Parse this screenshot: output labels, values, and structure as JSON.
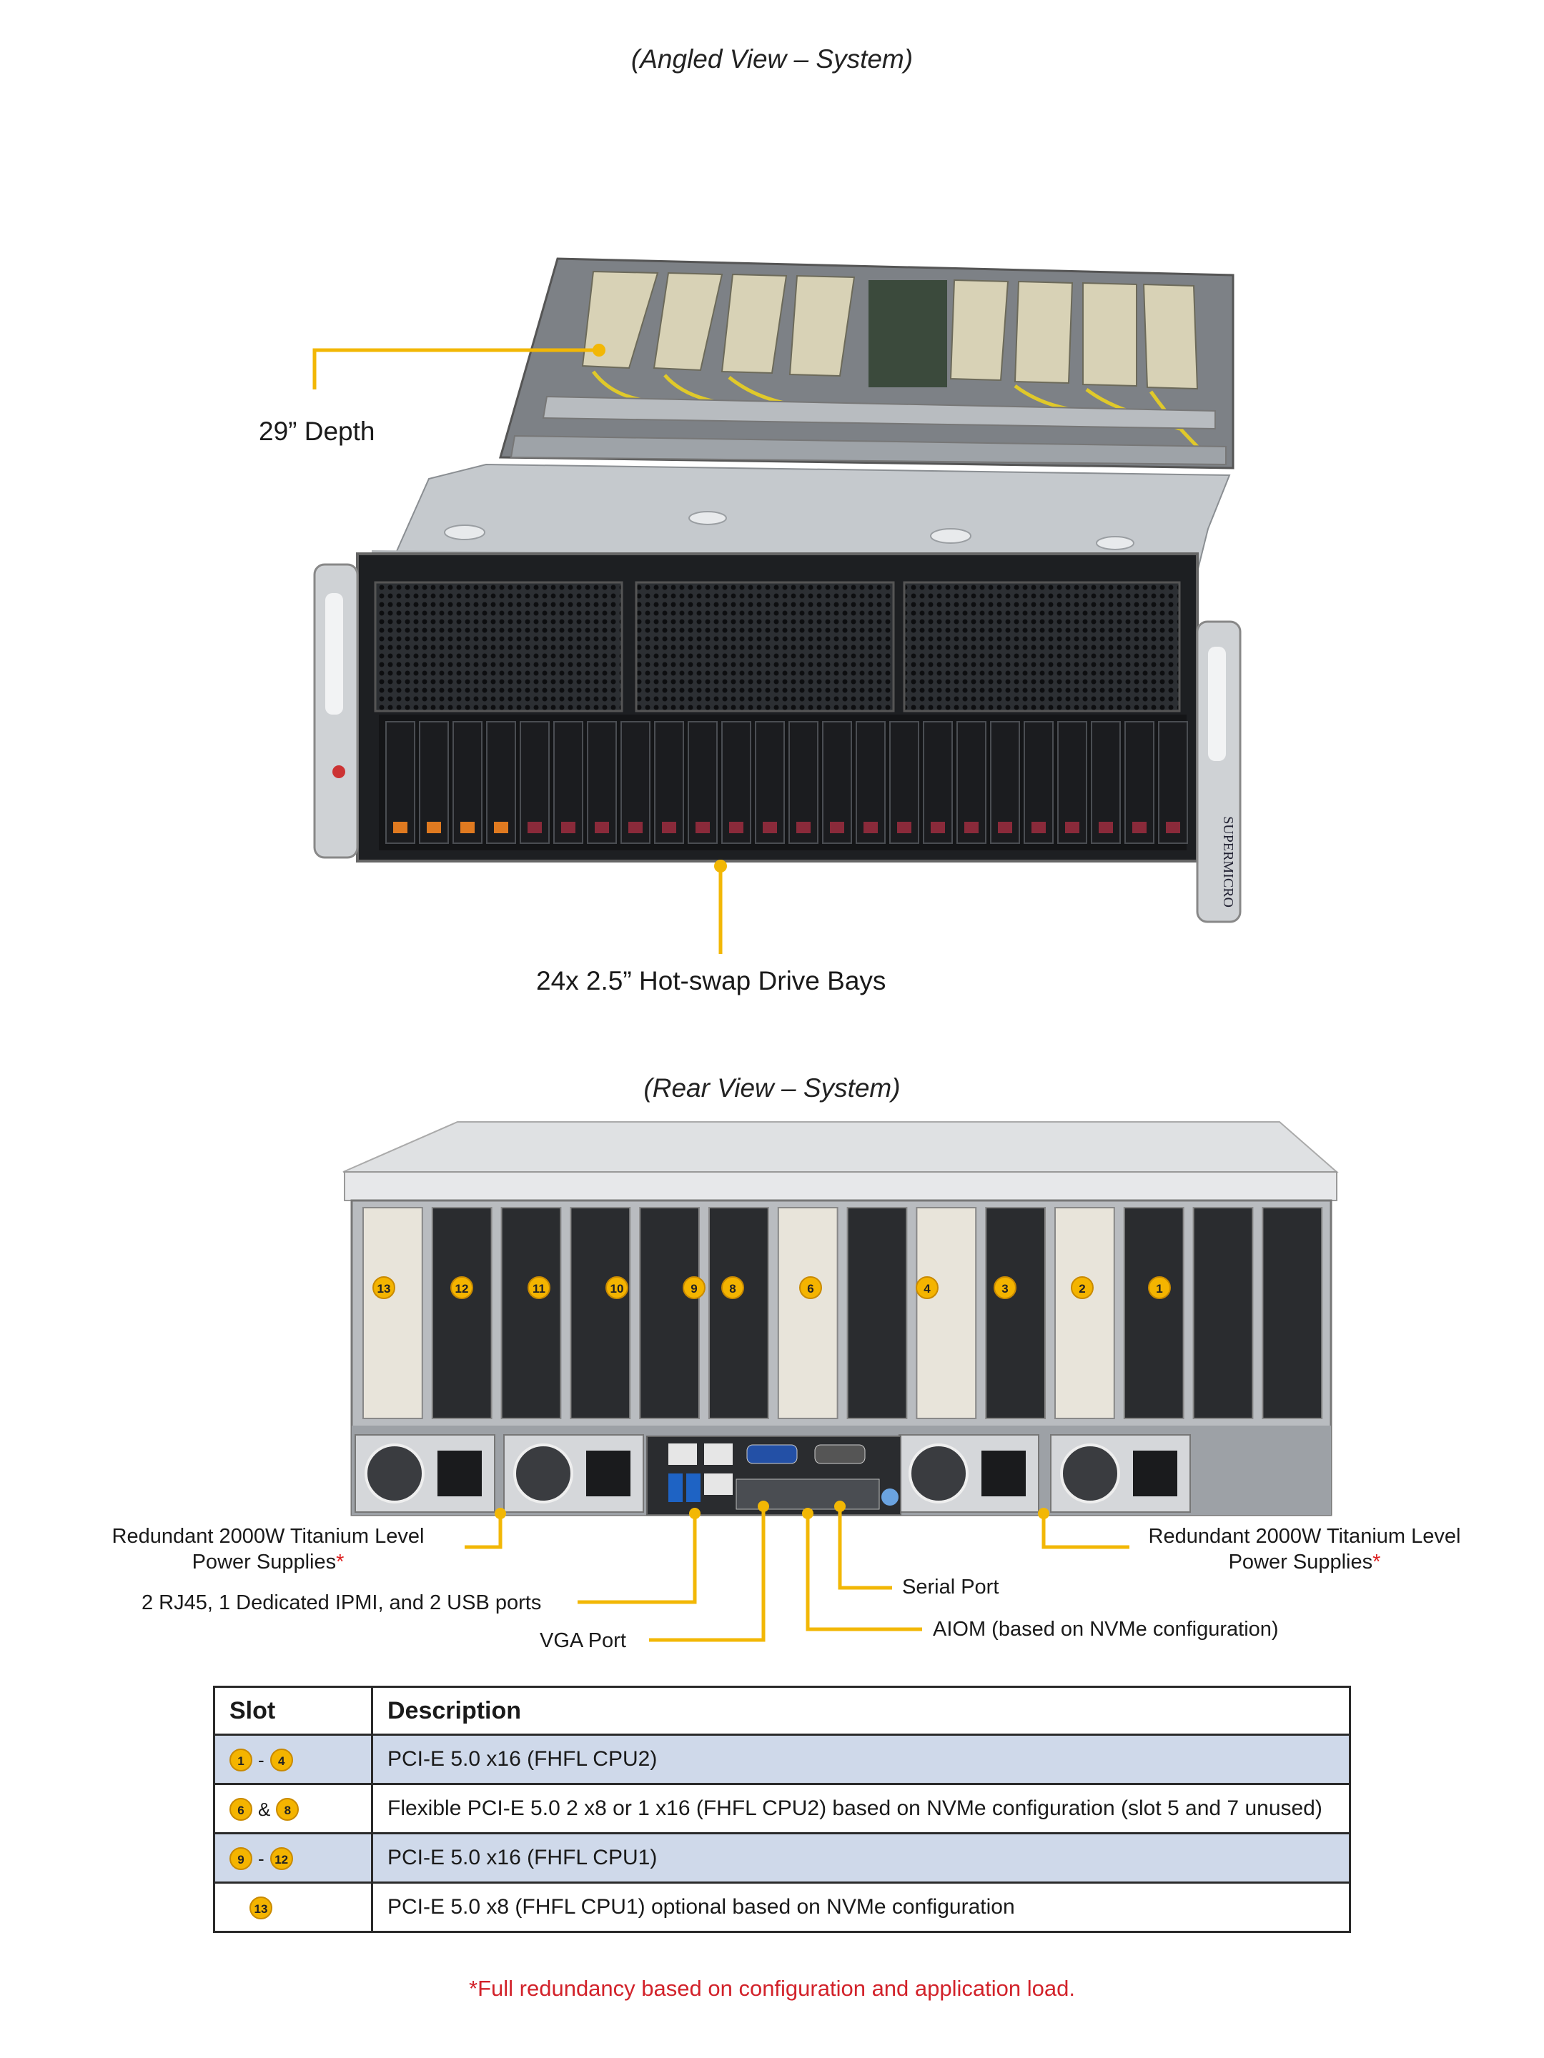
{
  "angled": {
    "caption": "(Angled View – System)",
    "depth_label": "29” Depth",
    "drives_label": "24x 2.5” Hot-swap Drive Bays",
    "brand_text": "SUPERMICRO"
  },
  "rear": {
    "caption": "(Rear View – System)",
    "slot_numbers": [
      "13",
      "12",
      "11",
      "10",
      "9",
      "8",
      "6",
      "4",
      "3",
      "2",
      "1"
    ],
    "psu_left_line1": "Redundant 2000W Titanium Level",
    "psu_left_line2": "Power Supplies",
    "psu_right_line1": "Redundant 2000W Titanium Level",
    "psu_right_line2": "Power Supplies",
    "asterisk": "*",
    "ports_label": "2 RJ45, 1 Dedicated IPMI, and 2 USB ports",
    "vga_label": "VGA Port",
    "serial_label": "Serial Port",
    "aiom_label": "AIOM (based on NVMe configuration)"
  },
  "table": {
    "headers": {
      "slot": "Slot",
      "description": "Description"
    },
    "rows": [
      {
        "badges": [
          "1",
          "4"
        ],
        "sep": "-",
        "description": "PCI-E 5.0 x16 (FHFL CPU2)"
      },
      {
        "badges": [
          "6",
          "8"
        ],
        "sep": "&",
        "description": "Flexible PCI-E 5.0  2 x8 or 1 x16 (FHFL CPU2) based on NVMe configuration (slot 5 and 7 unused)"
      },
      {
        "badges": [
          "9",
          "12"
        ],
        "sep": "-",
        "description": "PCI-E 5.0 x16 (FHFL CPU1)"
      },
      {
        "badges": [
          "13"
        ],
        "sep": "",
        "description": "PCI-E 5.0 x8 (FHFL CPU1) optional based on NVMe configuration"
      }
    ]
  },
  "footnote": "*Full redundancy based on configuration and application load.",
  "colors": {
    "accent": "#f4b400",
    "leader": "#f2b705",
    "table_shade": "#cfd9ea",
    "footnote": "#d2222a"
  }
}
